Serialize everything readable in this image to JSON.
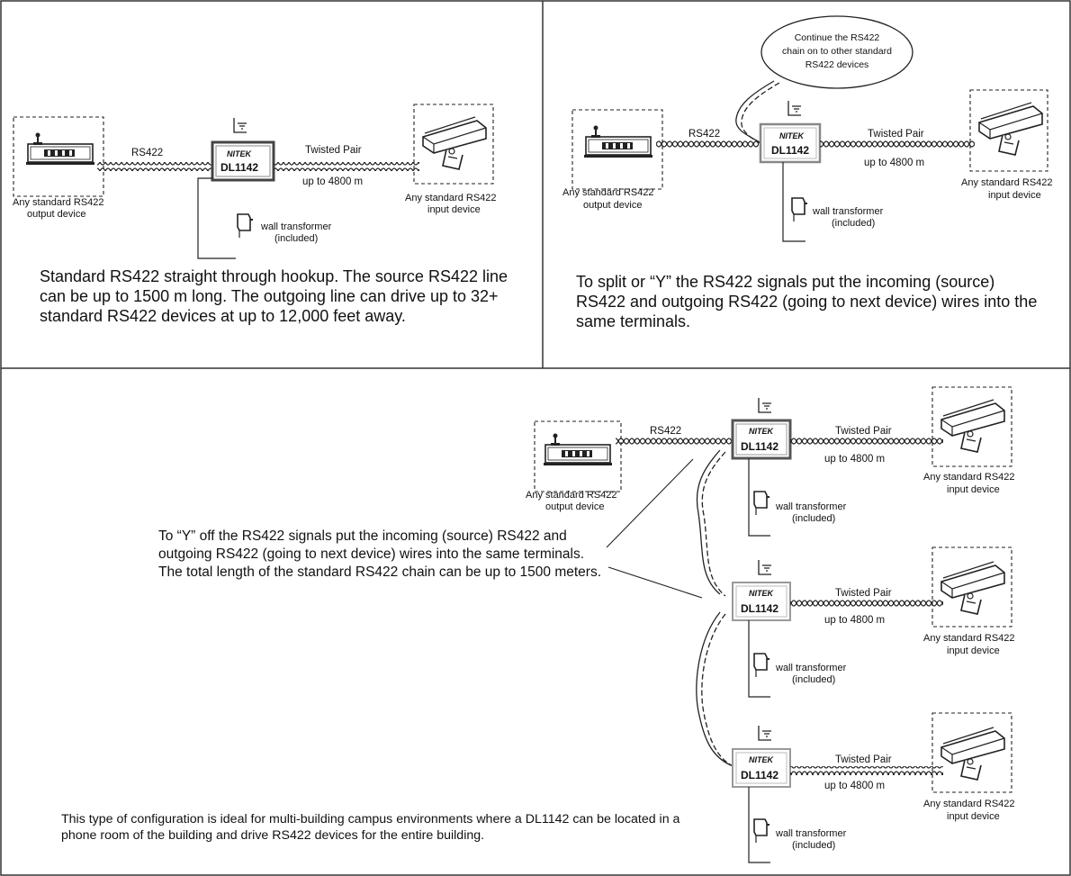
{
  "panel1": {
    "rs422": "RS422",
    "twisted_pair": "Twisted Pair",
    "distance": "up to 4800 m",
    "nitek": "NITEK",
    "model": "DL1142",
    "output_device": [
      "Any standard RS422",
      "output device"
    ],
    "input_device": [
      "Any standard RS422",
      "input device"
    ],
    "transformer": [
      "wall transformer",
      "(included)"
    ],
    "caption": "Standard RS422 straight through hookup. The source RS422 line can be up to 1500 m long. The outgoing line can drive up to 32+ standard RS422 devices at up to 12,000 feet away."
  },
  "panel2": {
    "rs422": "RS422",
    "twisted_pair": "Twisted Pair",
    "distance": "up to 4800 m",
    "nitek": "NITEK",
    "model": "DL1142",
    "output_device": [
      "Any standard RS422",
      "output device"
    ],
    "input_device": [
      "Any standard RS422",
      "input device"
    ],
    "transformer": [
      "wall transformer",
      "(included)"
    ],
    "bubble": [
      "Continue the RS422",
      "chain on to other standard",
      "RS422 devices"
    ],
    "caption": "To split or “Y” the RS422 signals put the incoming (source) RS422 and outgoing RS422 (going to next device) wires into the same terminals."
  },
  "panel3": {
    "rs422": "RS422",
    "output_device": [
      "Any standard RS422",
      "output device"
    ],
    "units": [
      {
        "nitek": "NITEK",
        "model": "DL1142",
        "twisted_pair": "Twisted Pair",
        "distance": "up to 4800 m",
        "input_device": [
          "Any standard RS422",
          "input device"
        ],
        "transformer": [
          "wall transformer",
          "(included)"
        ]
      },
      {
        "nitek": "NITEK",
        "model": "DL1142",
        "twisted_pair": "Twisted Pair",
        "distance": "up to 4800 m",
        "input_device": [
          "Any standard RS422",
          "input device"
        ],
        "transformer": [
          "wall transformer",
          "(included)"
        ]
      },
      {
        "nitek": "NITEK",
        "model": "DL1142",
        "twisted_pair": "Twisted Pair",
        "distance": "up to 4800 m",
        "input_device": [
          "Any standard RS422",
          "input device"
        ],
        "transformer": [
          "wall transformer",
          "(included)"
        ]
      }
    ],
    "caption_y": "To “Y” off the RS422 signals put the incoming (source) RS422 and outgoing RS422 (going to next device) wires into the same terminals. The total length of the standard RS422 chain can be up to 1500 meters.",
    "caption_bottom": "This type of configuration is ideal for multi-building campus environments where a DL1142 can be located in a phone room of the building and drive RS422 devices for the entire building."
  }
}
